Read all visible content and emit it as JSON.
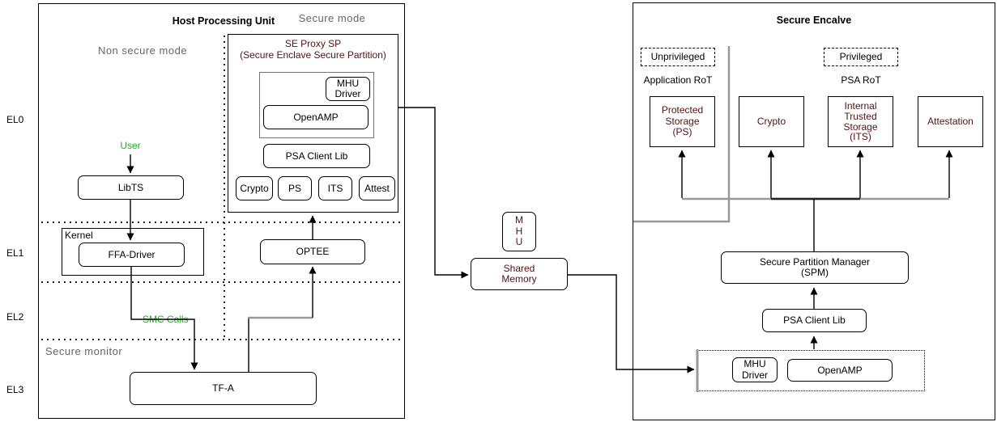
{
  "diagram": {
    "el_levels": [
      "EL0",
      "EL1",
      "EL2",
      "EL3"
    ],
    "host": {
      "title": "Host Processing Unit",
      "secure_mode": "Secure mode",
      "non_secure_mode": "Non secure mode",
      "user": "User",
      "libts": "LibTS",
      "kernel": "Kernel",
      "ffa_driver": "FFA-Driver",
      "smc_calls": "SMC Calls",
      "secure_monitor": "Secure monitor",
      "optee": "OPTEE",
      "tfa": "TF-A",
      "se_proxy_title": "SE Proxy SP\n(Secure Enclave Secure Partition)",
      "mhu_driver": "MHU\nDriver",
      "openamp": "OpenAMP",
      "psa_client_lib": "PSA Client Lib",
      "crypto": "Crypto",
      "ps": "PS",
      "its": "ITS",
      "attest": "Attest"
    },
    "interconnect": {
      "mhu": "M\nH\nU",
      "shared_memory": "Shared\nMemory"
    },
    "enclave": {
      "title": "Secure Encalve",
      "unprivileged": "Unprivileged",
      "privileged": "Privileged",
      "application_rot": "Application RoT",
      "psa_rot": "PSA RoT",
      "protected_storage": "Protected\nStorage\n(PS)",
      "crypto": "Crypto",
      "its": "Internal\nTrusted\nStorage\n(ITS)",
      "attestation": "Attestation",
      "spm": "Secure Partition Manager\n(SPM)",
      "psa_client_lib": "PSA Client Lib",
      "mhu_driver": "MHU\nDriver",
      "openamp": "OpenAMP"
    },
    "colors": {
      "maroon_text": "#501414",
      "green_text": "#25ad25",
      "gray_text": "#666666",
      "gray_line": "#999999",
      "black": "#000000"
    }
  }
}
